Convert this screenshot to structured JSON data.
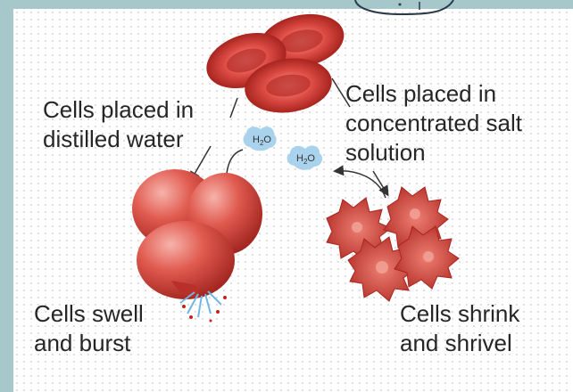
{
  "labels": {
    "distilled": [
      "Cells placed in",
      "distilled water"
    ],
    "salt": [
      "Cells placed in",
      "concentrated salt",
      "solution"
    ],
    "swell": [
      "Cells swell",
      "and burst"
    ],
    "shrink": [
      "Cells shrink",
      "and shrivel"
    ]
  },
  "molecules": {
    "h2o_1": {
      "base": "H",
      "sub": "2",
      "tail": "O"
    },
    "h2o_2": {
      "base": "H",
      "sub": "2",
      "tail": "O"
    }
  },
  "colors": {
    "background_border": "#a6c8cb",
    "cell_red": "#d9473f",
    "cell_dark": "#a8241f",
    "water_blue": "#a9d3ec"
  }
}
